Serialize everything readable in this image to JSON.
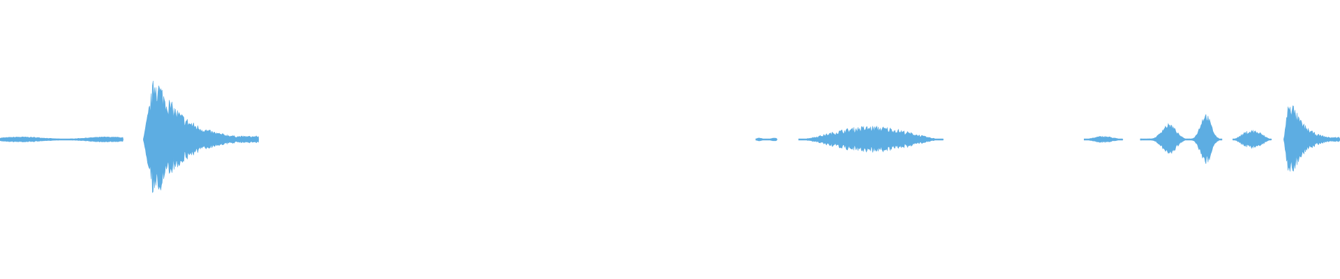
{
  "waveform": {
    "color": "#5dade2",
    "background": "#ffffff",
    "segments": [
      {
        "start": 0.0,
        "end": 0.092,
        "peak": 0.045,
        "shape": "flat-noise"
      },
      {
        "start": 0.107,
        "end": 0.193,
        "peak": 0.92,
        "shape": "burst-decay"
      },
      {
        "start": 0.564,
        "end": 0.58,
        "peak": 0.025,
        "shape": "flat-noise"
      },
      {
        "start": 0.596,
        "end": 0.704,
        "peak": 0.18,
        "shape": "spindle"
      },
      {
        "start": 0.809,
        "end": 0.838,
        "peak": 0.045,
        "shape": "spindle"
      },
      {
        "start": 0.851,
        "end": 0.912,
        "peak": 0.35,
        "shape": "double-swell"
      },
      {
        "start": 0.92,
        "end": 0.949,
        "peak": 0.13,
        "shape": "spindle"
      },
      {
        "start": 0.958,
        "end": 1.0,
        "peak": 0.62,
        "shape": "burst-decay"
      }
    ]
  }
}
